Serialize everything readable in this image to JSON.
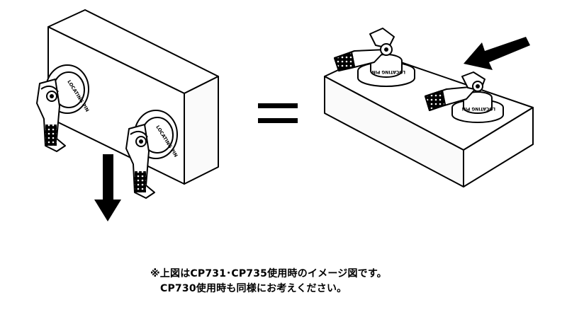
{
  "pin_marking": "LOCATING PIN",
  "caption": {
    "line1": "※上図はCP731･CP735使用時のイメージ図です。",
    "line2": "CP730使用時も同様にお考えください。"
  },
  "colors": {
    "line": "#000000",
    "fill": "#ffffff",
    "shade": "#f4f4f4"
  }
}
